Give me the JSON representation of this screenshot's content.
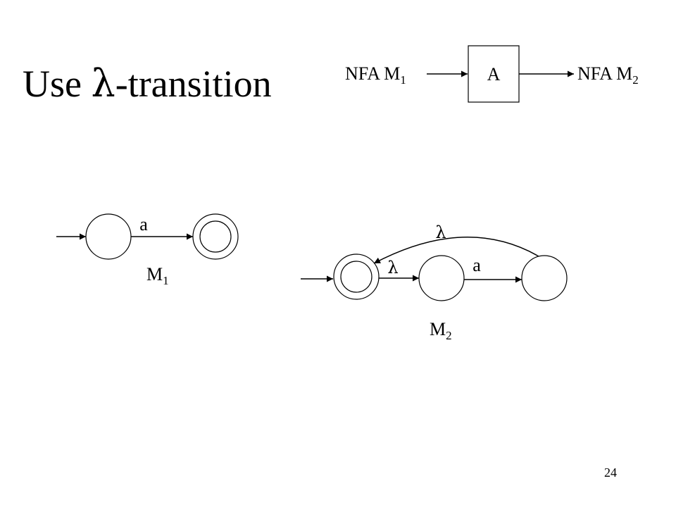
{
  "title": {
    "prefix": "Use ",
    "lambda": "λ",
    "suffix": "-transition"
  },
  "top_diagram": {
    "left_label": {
      "main": "NFA M",
      "sub": "1"
    },
    "box_label": "A",
    "right_label": {
      "main": "NFA M",
      "sub": "2"
    }
  },
  "m1": {
    "edge_label": "a",
    "name": {
      "main": "M",
      "sub": "1"
    }
  },
  "m2": {
    "lambda_edge_label": "λ",
    "a_edge_label": "a",
    "loop_label": "λ",
    "name": {
      "main": "M",
      "sub": "2"
    }
  },
  "page_number": "24"
}
